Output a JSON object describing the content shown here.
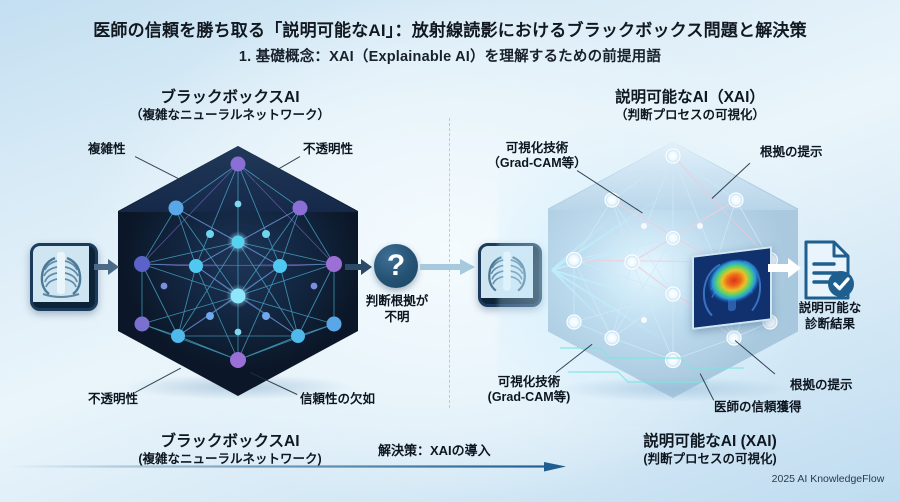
{
  "header": {
    "main_title": "医師の信頼を勝ち取る「説明可能なAI」：放射線読影におけるブラックボックス問題と解決策",
    "sub_title": "1. 基礎概念：XAI（Explainable AI）を理解するための前提用語"
  },
  "left_panel": {
    "heading_line1": "ブラックボックスAI",
    "heading_line2": "（複雑なニューラルネットワーク）",
    "callouts": {
      "top_left": "複雑性",
      "top_right": "不透明性",
      "bottom_left": "不透明性",
      "bottom_right": "信頼性の欠如"
    },
    "question_badge": "?",
    "question_label_line1": "判断根拠が",
    "question_label_line2": "不明",
    "footer_line1": "ブラックボックスAI",
    "footer_line2": "(複雑なニューラルネットワーク)"
  },
  "right_panel": {
    "heading_line1": "説明可能なAI（XAI）",
    "heading_line2": "（判断プロセスの可視化）",
    "callouts": {
      "top_left_line1": "可視化技術",
      "top_left_line2": "（Grad-CAM等）",
      "top_right": "根拠の提示",
      "bottom_left_line1": "可視化技術",
      "bottom_left_line2": "(Grad-CAM等)",
      "bottom_center": "医師の信頼獲得",
      "bottom_right": "根拠の提示"
    },
    "output_label_line1": "説明可能な",
    "output_label_line2": "診断結果",
    "footer_line1": "説明可能なAI (XAI)",
    "footer_line2": "(判断プロセスの可視化)"
  },
  "transition": {
    "label": "解決策：XAIの導入"
  },
  "credit": "2025 AI KnowledgeFlow",
  "colors": {
    "background_top": "#bfdcf0",
    "background_center": "#eff7fb",
    "text": "#0d1620",
    "dark_cube": "#142844",
    "light_cube": "#c9e3f2",
    "accent_blue": "#1f5f8f",
    "node_cyan": "#5fd8f0",
    "node_purple": "#8b6fd6",
    "heatmap_hot": "#e03214"
  },
  "icons": {
    "xray_left": "chest-xray-icon",
    "xray_right": "chest-xray-icon",
    "question": "question-mark-icon",
    "heatmap": "gradcam-heatmap-icon",
    "document": "document-check-icon"
  }
}
